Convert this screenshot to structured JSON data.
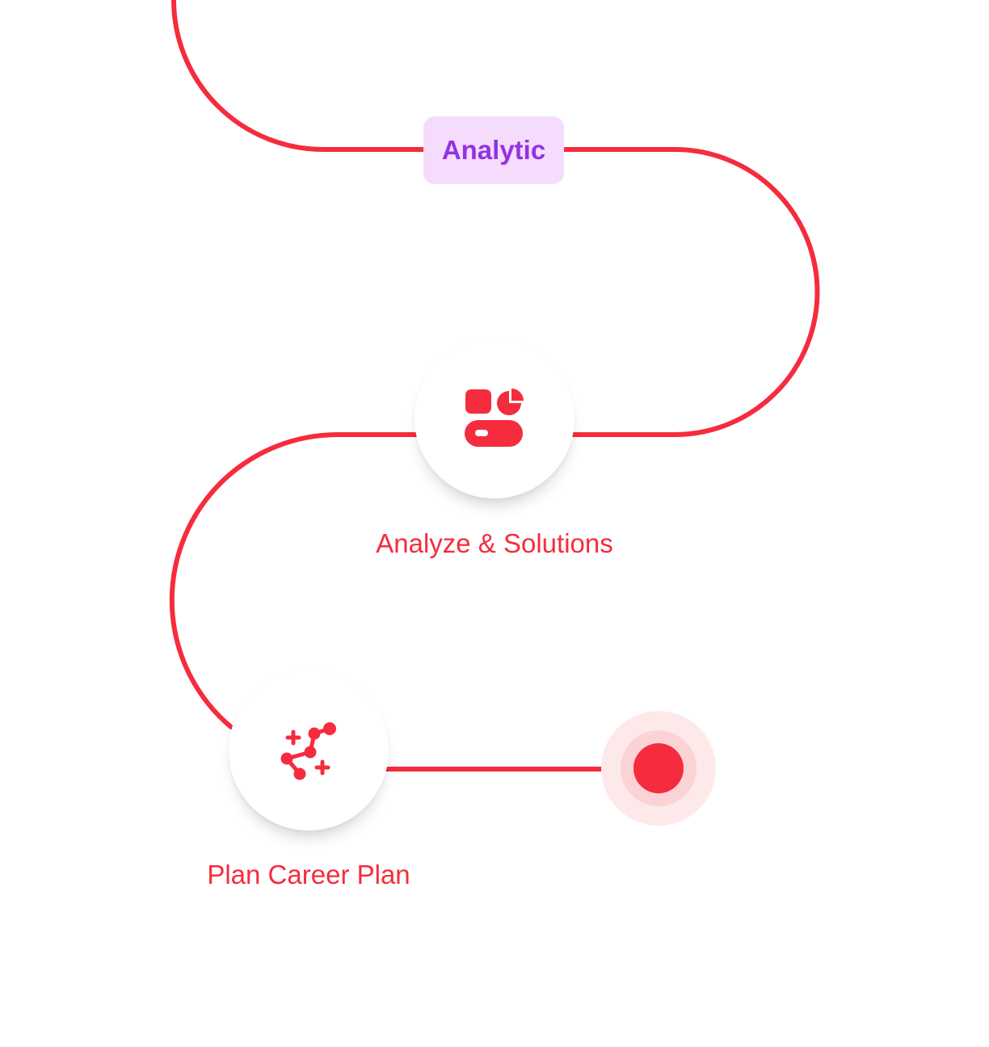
{
  "badge": {
    "label": "Analytic"
  },
  "steps": [
    {
      "label": "Analyze & Solutions",
      "icon": "dashboard-widgets-icon"
    },
    {
      "label": "Plan Career Plan",
      "icon": "node-network-sparkle-icon"
    }
  ],
  "colors": {
    "path": "#f52c3d",
    "accent": "#f52c3d",
    "badge_bg": "#f6dcfc",
    "badge_text": "#9333e0",
    "end_dot_glow_outer": "#fde9ea",
    "end_dot_glow_inner": "#fcd3d5"
  }
}
